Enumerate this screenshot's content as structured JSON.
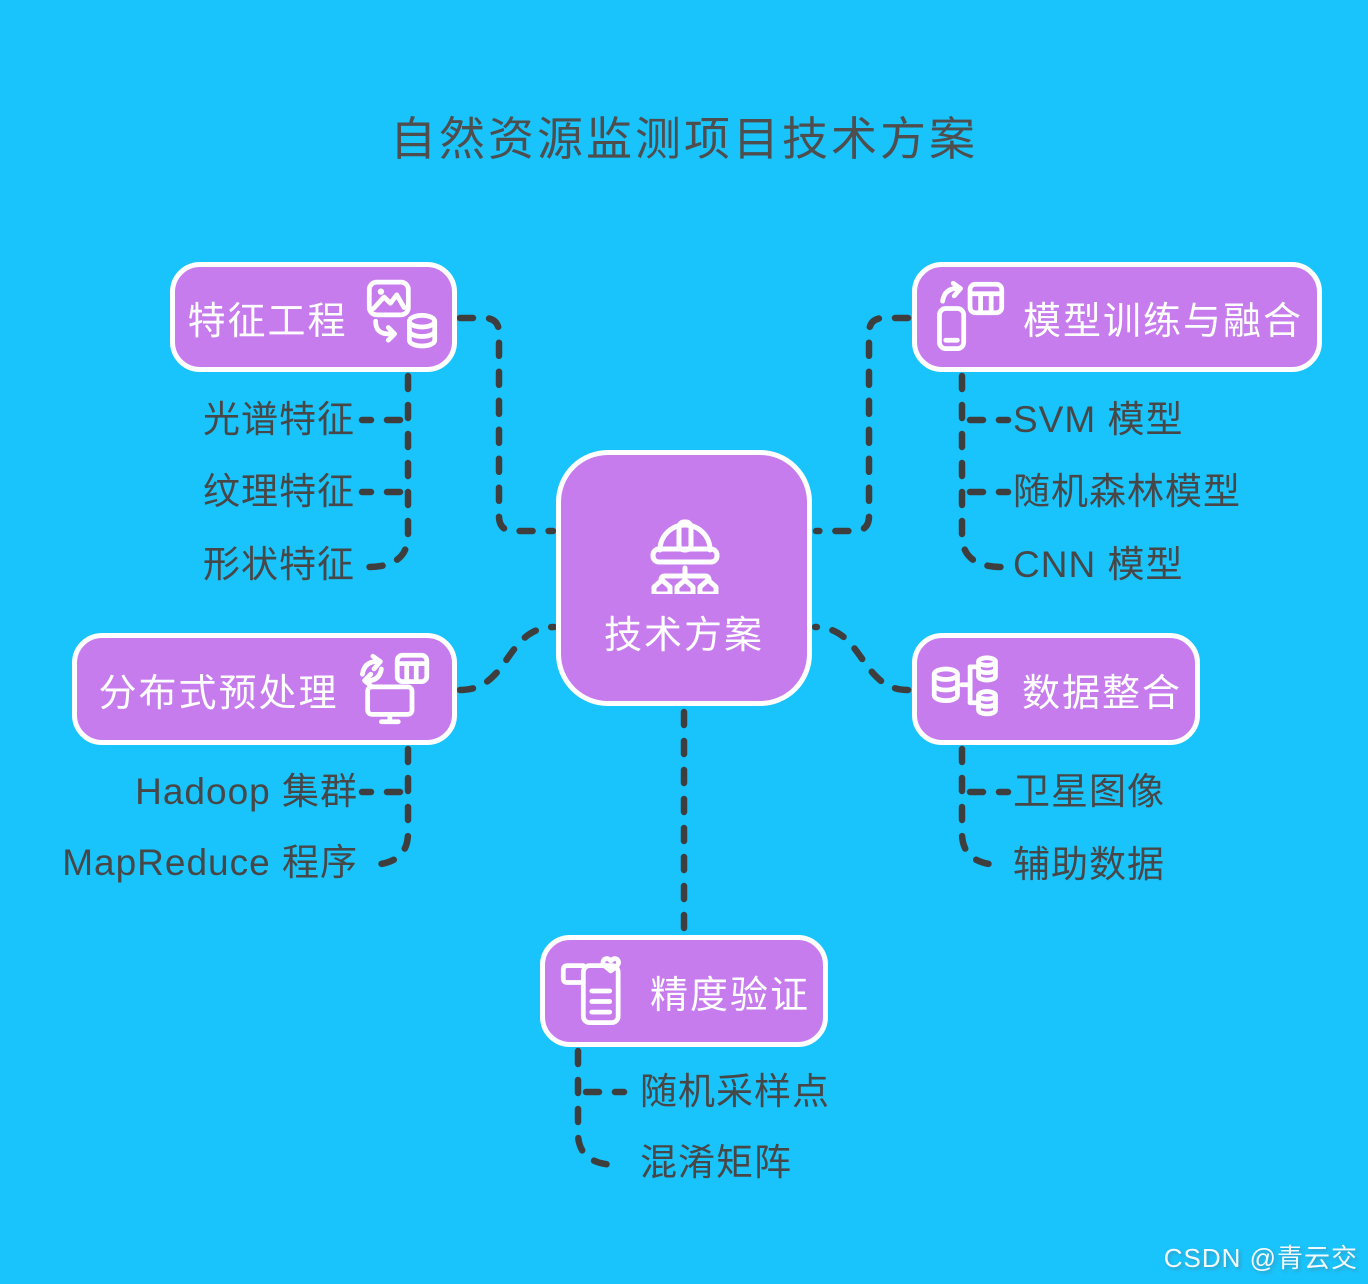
{
  "title": "自然资源监测项目技术方案",
  "center": {
    "label": "技术方案",
    "icon": "hard-hat-hierarchy-icon"
  },
  "branches": [
    {
      "id": "feature-engineering",
      "label": "特征工程",
      "icon": "image-to-database-icon",
      "children": [
        "光谱特征",
        "纹理特征",
        "形状特征"
      ]
    },
    {
      "id": "model-training",
      "label": "模型训练与融合",
      "icon": "device-sync-table-icon",
      "children": [
        "SVM 模型",
        "随机森林模型",
        "CNN 模型"
      ]
    },
    {
      "id": "distributed-preprocessing",
      "label": "分布式预处理",
      "icon": "monitor-sync-table-icon",
      "children": [
        "Hadoop 集群",
        "MapReduce 程序"
      ]
    },
    {
      "id": "data-integration",
      "label": "数据整合",
      "icon": "database-merge-icon",
      "children": [
        "卫星图像",
        "辅助数据"
      ]
    },
    {
      "id": "accuracy-validation",
      "label": "精度验证",
      "icon": "document-check-icon",
      "children": [
        "随机采样点",
        "混淆矩阵"
      ]
    }
  ],
  "watermark": "CSDN @青云交",
  "colors": {
    "background": "#19C3FB",
    "node_fill": "#C77CEE",
    "node_border": "#FFFFFF",
    "connector": "#3E3E3E",
    "text_dark": "#474747",
    "text_light": "#FFFFFF"
  }
}
